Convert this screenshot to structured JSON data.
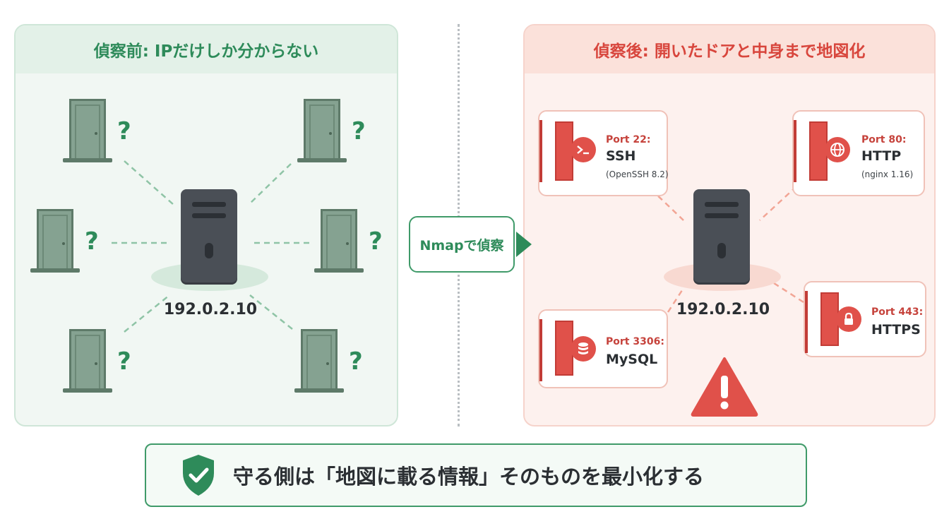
{
  "left_panel": {
    "title": "偵察前: IPだけしか分からない",
    "ip": "192.0.2.10",
    "unknown_mark": "?"
  },
  "right_panel": {
    "title": "偵察後: 開いたドアと中身まで地図化",
    "ip": "192.0.2.10",
    "ports": [
      {
        "port": "Port 22:",
        "service": "SSH",
        "version": "(OpenSSH 8.2)",
        "icon": "terminal-icon"
      },
      {
        "port": "Port 80:",
        "service": "HTTP",
        "version": "(nginx 1.16)",
        "icon": "globe-icon"
      },
      {
        "port": "Port 3306:",
        "service": "MySQL",
        "version": "",
        "icon": "database-icon"
      },
      {
        "port": "Port 443:",
        "service": "HTTPS",
        "version": "",
        "icon": "lock-icon"
      }
    ],
    "warning_icon": "warning-icon"
  },
  "transition": {
    "label": "Nmapで偵察"
  },
  "conclusion": {
    "text": "守る側は「地図に載る情報」そのものを最小化する",
    "icon": "shield-check-icon"
  },
  "colors": {
    "green": "#2e8b5a",
    "red": "#d8463d",
    "server": "#4a4f56"
  }
}
